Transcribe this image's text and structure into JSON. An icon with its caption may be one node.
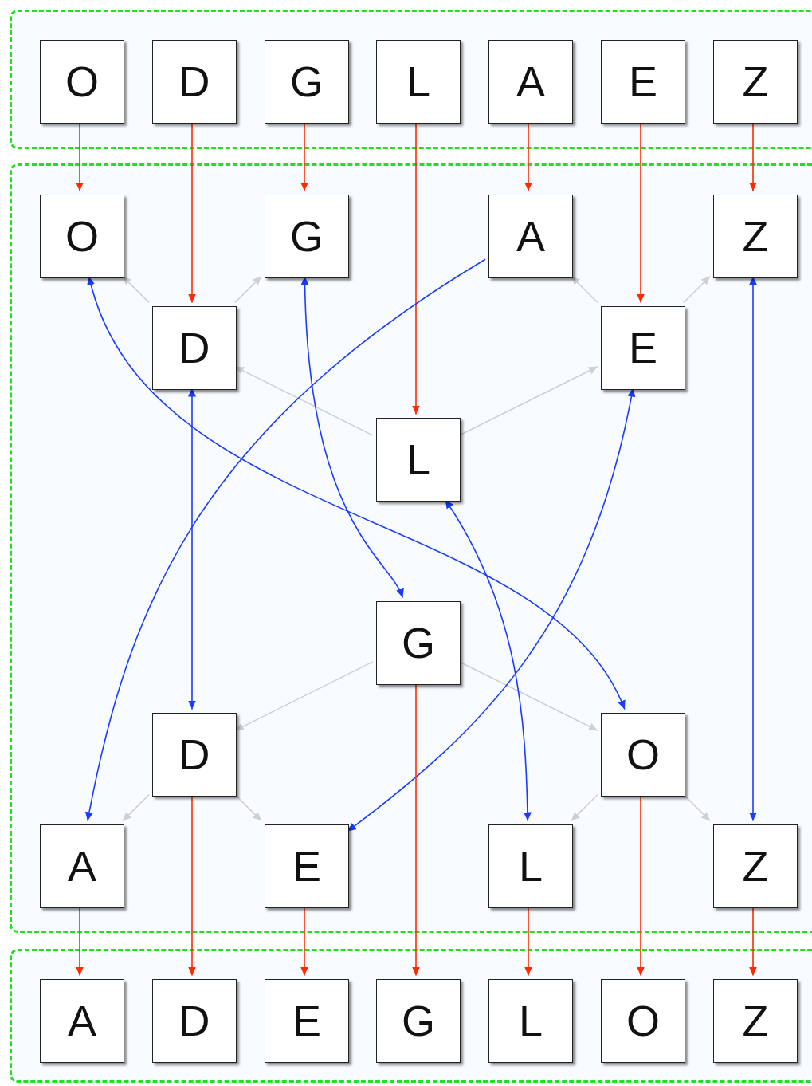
{
  "diagram": {
    "nodes": [
      {
        "text": [],
        "shape": "box"
      },
      {
        "text": [
          "O"
        ],
        "in": 0
      },
      {
        "text": [
          "D"
        ],
        "in": 0
      },
      {
        "text": [
          "G"
        ],
        "in": 0
      },
      {
        "text": [
          "L"
        ],
        "in": 0
      },
      {
        "text": [
          "A"
        ],
        "in": 0
      },
      {
        "text": [
          "E"
        ],
        "in": 0
      },
      {
        "text": [
          "Z"
        ],
        "in": 0
      },
      {
        "text": [],
        "shape": "box"
      },
      {
        "text": [
          "O"
        ],
        "in": 8
      },
      {
        "text": [
          "G"
        ],
        "in": 8
      },
      {
        "text": [
          "A"
        ],
        "in": 8
      },
      {
        "text": [
          "Z"
        ],
        "in": 8
      },
      {
        "text": [
          "D"
        ],
        "in": 8
      },
      {
        "text": [
          "E"
        ],
        "in": 8
      },
      {
        "text": [
          "L"
        ],
        "in": 8
      },
      {
        "text": [
          "G"
        ],
        "in": 8
      },
      {
        "text": [
          "D"
        ],
        "in": 8
      },
      {
        "text": [
          "O"
        ],
        "in": 8
      },
      {
        "text": [
          "A"
        ],
        "in": 8
      },
      {
        "text": [
          "E"
        ],
        "in": 8
      },
      {
        "text": [
          "L"
        ],
        "in": 8
      },
      {
        "text": [
          "Z"
        ],
        "in": 8
      },
      {
        "text": [],
        "shape": "box"
      },
      {
        "text": [
          "A"
        ],
        "in": 23
      },
      {
        "text": [
          "D"
        ],
        "in": 23
      },
      {
        "text": [
          "E"
        ],
        "in": 23
      },
      {
        "text": [
          "G"
        ],
        "in": 23
      },
      {
        "text": [
          "L"
        ],
        "in": 23
      },
      {
        "text": [
          "O"
        ],
        "in": 23
      },
      {
        "text": [
          "Z"
        ],
        "in": 23
      }
    ],
    "edges": [
      {
        "from": 1,
        "to": 9,
        "arrow": "to"
      },
      {
        "from": 2,
        "to": 13,
        "arrow": "to"
      },
      {
        "from": 3,
        "to": 10,
        "arrow": "to"
      },
      {
        "from": 4,
        "to": 15,
        "arrow": "to"
      },
      {
        "from": 5,
        "to": 11,
        "arrow": "to"
      },
      {
        "from": 6,
        "to": 14,
        "arrow": "to"
      },
      {
        "from": 7,
        "to": 12,
        "arrow": "to"
      },
      {
        "from": 13,
        "to": 9,
        "arrow": "to",
        "color": "#d0d0d0"
      },
      {
        "from": 13,
        "to": 10,
        "arrow": "to",
        "color": "#d0d0d0"
      },
      {
        "from": 14,
        "to": 11,
        "arrow": "to",
        "color": "#d0d0d0"
      },
      {
        "from": 14,
        "to": 12,
        "arrow": "to",
        "color": "#d0d0d0"
      },
      {
        "from": 15,
        "to": 13,
        "arrow": "to",
        "color": "#d0d0d0"
      },
      {
        "from": 15,
        "to": 14,
        "arrow": "to",
        "color": "#d0d0d0"
      },
      {
        "from": 16,
        "to": 17,
        "arrow": "to",
        "color": "#d0d0d0"
      },
      {
        "from": 16,
        "to": 18,
        "arrow": "to",
        "color": "#d0d0d0"
      },
      {
        "from": 17,
        "to": 19,
        "arrow": "to",
        "color": "#d0d0d0"
      },
      {
        "from": 17,
        "to": 20,
        "arrow": "to",
        "color": "#d0d0d0"
      },
      {
        "from": 18,
        "to": 21,
        "arrow": "to",
        "color": "#d0d0d0"
      },
      {
        "from": 18,
        "to": 22,
        "arrow": "to",
        "color": "#d0d0d0"
      },
      {
        "from": 11,
        "to": 19,
        "arrow": "to",
        "color": "#1a3cff"
      },
      {
        "from": 9,
        "to": 18,
        "arrow": "both",
        "color": "#1a3cff"
      },
      {
        "from": 10,
        "to": 16,
        "arrow": "both",
        "color": "#1a3cff"
      },
      {
        "from": 13,
        "to": 17,
        "arrow": "both",
        "color": "#1a3cff"
      },
      {
        "from": 14,
        "to": 20,
        "arrow": "both",
        "color": "#1a3cff"
      },
      {
        "from": 15,
        "to": 21,
        "arrow": "both",
        "color": "#1a3cff"
      },
      {
        "from": 12,
        "to": 22,
        "arrow": "both",
        "color": "#1a3cff"
      },
      {
        "from": 19,
        "to": 24,
        "arrow": "to"
      },
      {
        "from": 17,
        "to": 25,
        "arrow": "to"
      },
      {
        "from": 20,
        "to": 26,
        "arrow": "to"
      },
      {
        "from": 16,
        "to": 27,
        "arrow": "to"
      },
      {
        "from": 21,
        "to": 28,
        "arrow": "to"
      },
      {
        "from": 18,
        "to": 29,
        "arrow": "to"
      },
      {
        "from": 22,
        "to": 30,
        "arrow": "to"
      }
    ]
  }
}
